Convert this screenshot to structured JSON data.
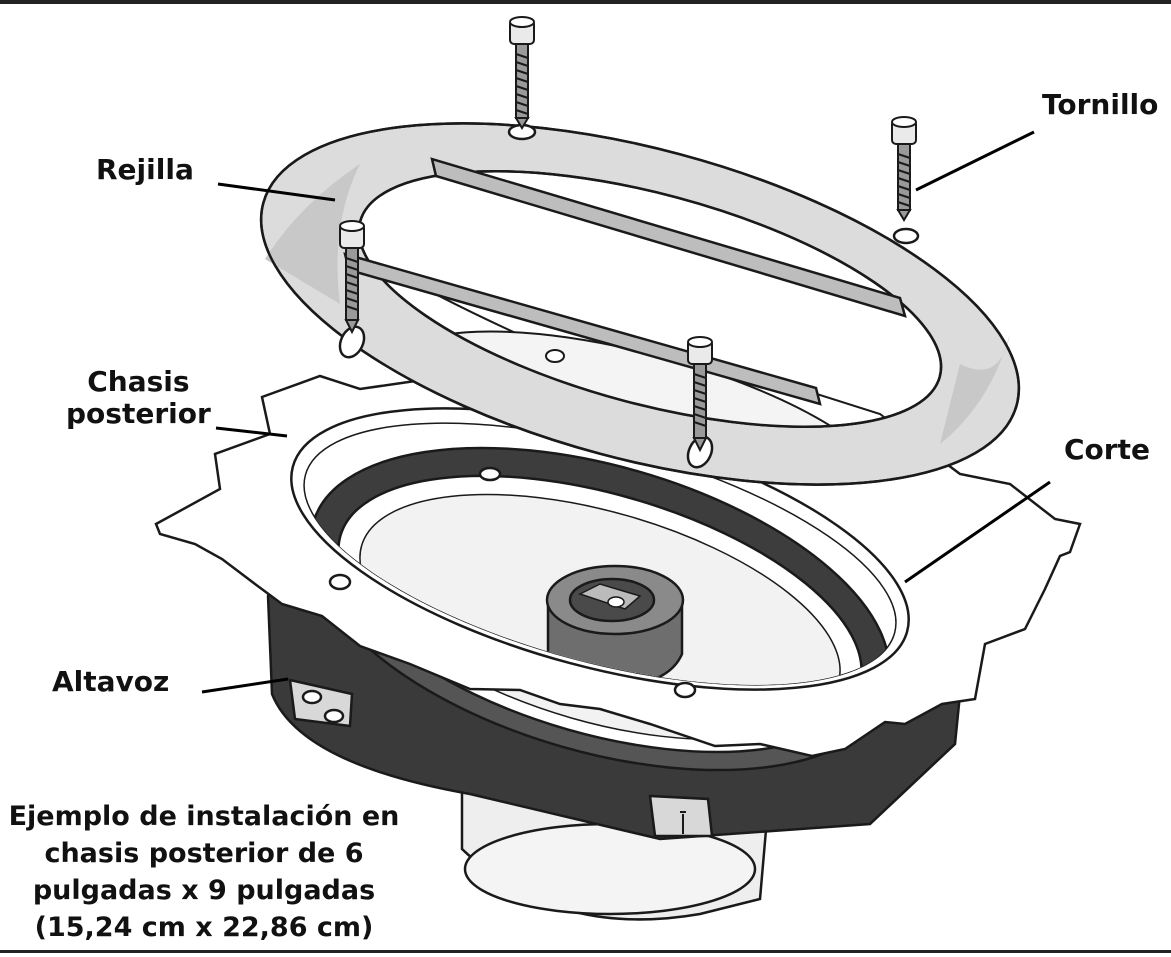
{
  "labels": {
    "tornillo": "Tornillo",
    "rejilla": "Rejilla",
    "chasis_line1": "Chasis",
    "chasis_line2": "posterior",
    "corte": "Corte",
    "altavoz": "Altavoz"
  },
  "caption": {
    "line1": "Ejemplo de instalación en",
    "line2": "chasis posterior de 6",
    "line3": "pulgadas x 9 pulgadas",
    "line4": "(15,24 cm x 22,86 cm)"
  }
}
